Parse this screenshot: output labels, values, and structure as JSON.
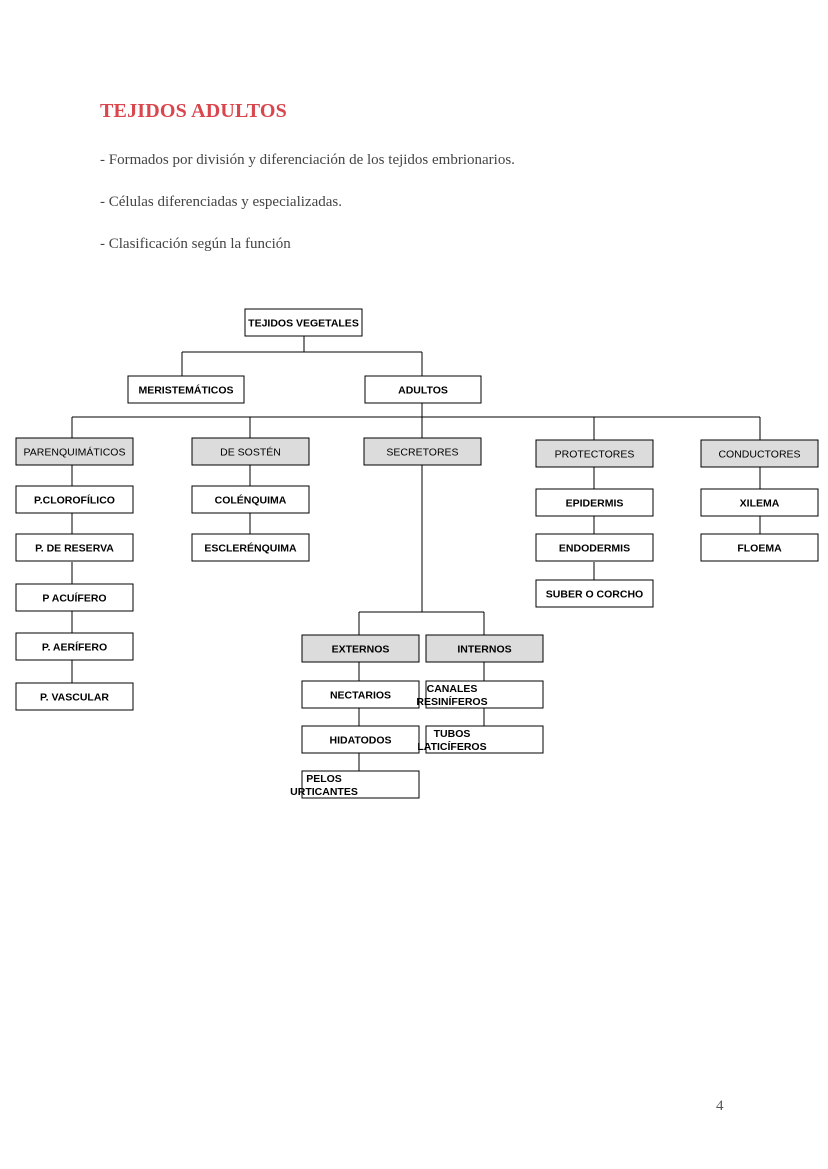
{
  "title": "TEJIDOS ADULTOS",
  "bullets": [
    "- Formados por división y diferenciación de los tejidos embrionarios.",
    "- Células diferenciadas y especializadas.",
    "- Clasificación según la función"
  ],
  "tree": {
    "root": "TEJIDOS VEGETALES",
    "meristematicos": "MERISTEMÁTICOS",
    "adultos": "ADULTOS",
    "parenquimaticos": "PARENQUIMÁTICOS",
    "sosten": "DE SOSTÉN",
    "secretores": "SECRETORES",
    "protectores": "PROTECTORES",
    "conductores": "CONDUCTORES",
    "parenquima_items": [
      "P.CLOROFÍLICO",
      "P. DE RESERVA",
      "P ACUÍFERO",
      "P. AERÍFERO",
      "P. VASCULAR"
    ],
    "sosten_items": [
      "COLÉNQUIMA",
      "ESCLERÉNQUIMA"
    ],
    "protectores_items": [
      "EPIDERMIS",
      "ENDODERMIS",
      "SUBER O CORCHO"
    ],
    "conductores_items": [
      "XILEMA",
      "FLOEMA"
    ],
    "externos": "EXTERNOS",
    "internos": "INTERNOS",
    "externos_items": [
      [
        "NECTARIOS"
      ],
      [
        "HIDATODOS"
      ],
      [
        "PELOS",
        "URTICANTES"
      ]
    ],
    "internos_items": [
      [
        "CANALES",
        "RESINÍFEROS"
      ],
      [
        "TUBOS",
        "LATICÍFEROS"
      ]
    ]
  },
  "colors": {
    "title": "#d9464e",
    "header_fill": "#dcdcdc"
  },
  "page_number": "4"
}
